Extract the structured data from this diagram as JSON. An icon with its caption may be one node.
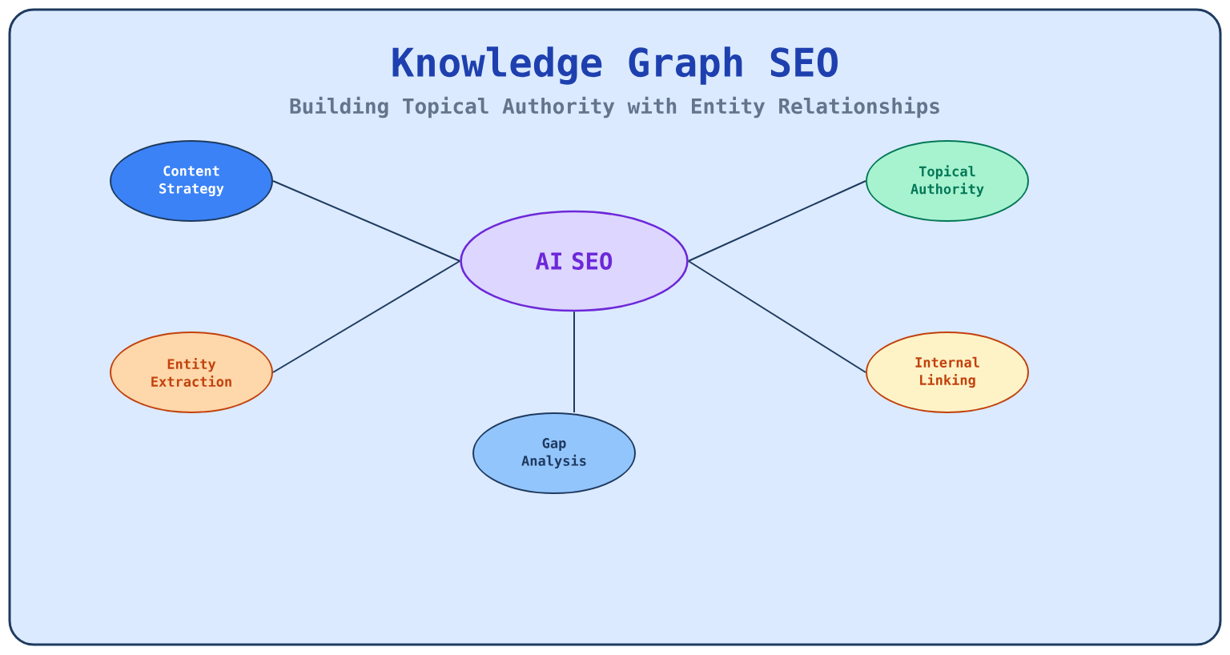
{
  "diagram": {
    "title": "Knowledge Graph SEO",
    "caption": "Building Topical Authority with Entity Relationships",
    "nodes": [
      {
        "text": [
          "AI SEO"
        ]
      },
      {
        "text": [
          "Content Strategy"
        ]
      },
      {
        "text": [
          "Topical Authority"
        ]
      },
      {
        "text": [
          "Entity Extraction"
        ]
      },
      {
        "text": [
          "Internal Linking"
        ]
      },
      {
        "text": [
          "Gap Analysis"
        ]
      }
    ],
    "edges": [
      {
        "from": 0,
        "to": 1,
        "arrow": "none"
      },
      {
        "from": 0,
        "to": 3,
        "arrow": "none"
      },
      {
        "from": 0,
        "to": 5,
        "arrow": "none"
      },
      {
        "from": 0,
        "to": 2,
        "arrow": "none"
      },
      {
        "from": 0,
        "to": 4,
        "arrow": "none"
      }
    ]
  }
}
